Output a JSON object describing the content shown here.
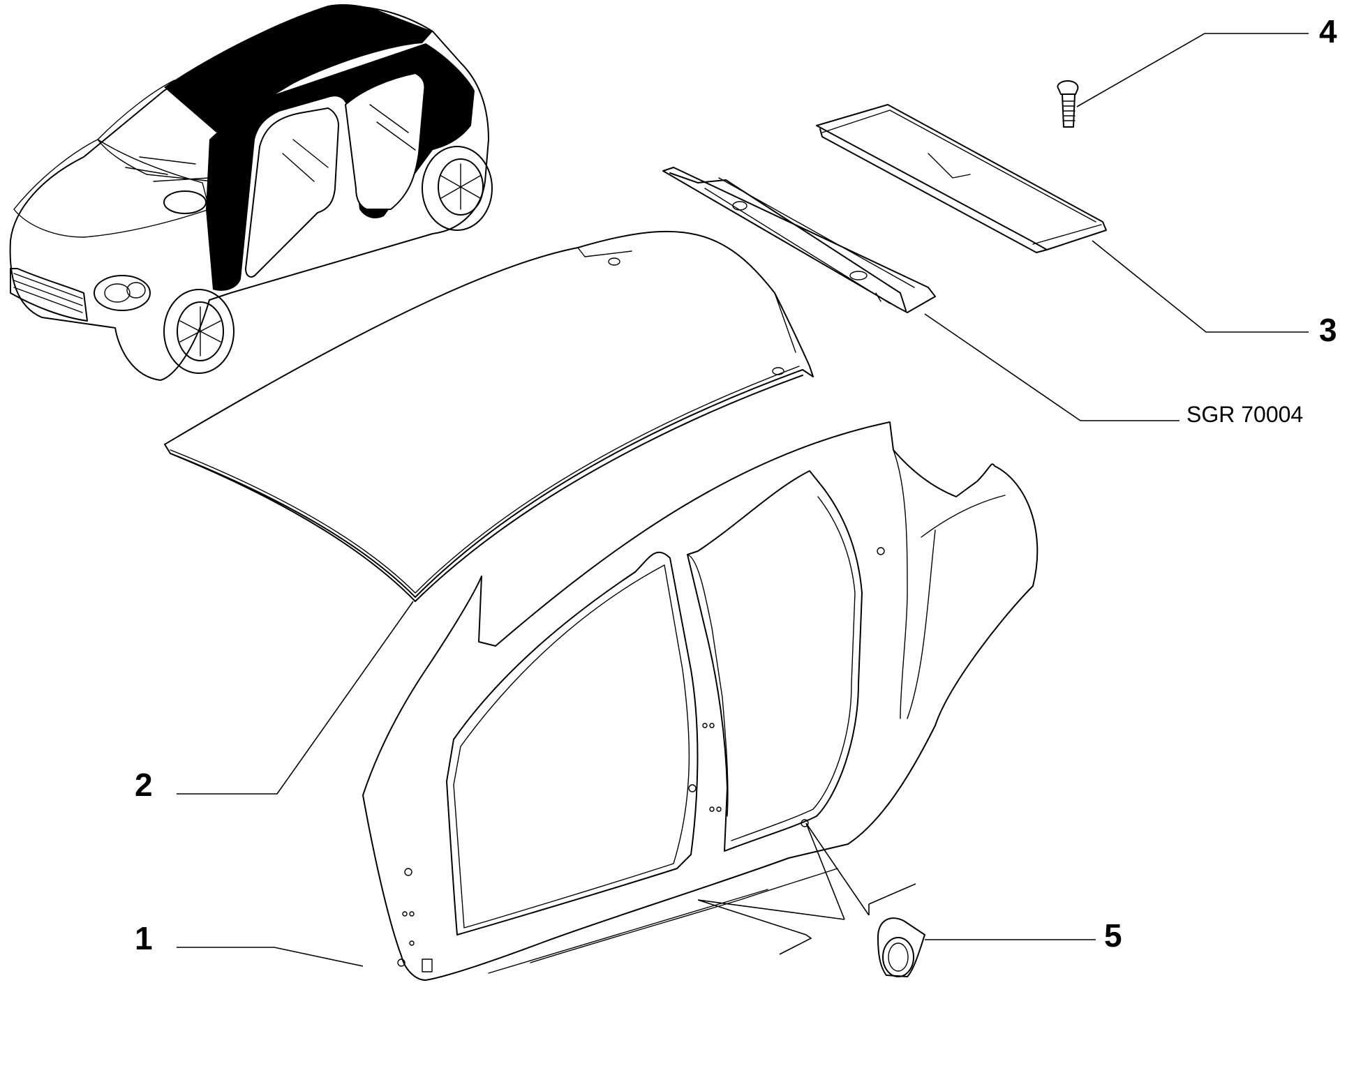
{
  "callouts": {
    "c1": "1",
    "c2": "2",
    "c3": "3",
    "c4": "4",
    "c5": "5"
  },
  "reference": "SGR 70004",
  "colors": {
    "ink": "#000000",
    "paper": "#ffffff"
  }
}
